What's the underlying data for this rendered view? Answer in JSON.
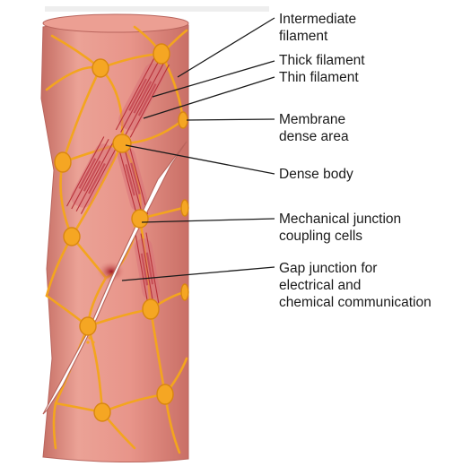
{
  "labels": {
    "intermediate_filament": [
      "Intermediate",
      "filament"
    ],
    "thick_filament": "Thick filament",
    "thin_filament": "Thin filament",
    "membrane_dense_area": [
      "Membrane",
      "dense area"
    ],
    "dense_body": "Dense body",
    "mechanical_junction": [
      "Mechanical junction",
      "coupling cells"
    ],
    "gap_junction": [
      "Gap junction for",
      "electrical and",
      "chemical communication"
    ]
  },
  "colors": {
    "cell_fill": "#e8958a",
    "cell_shade": "#c96f66",
    "dense_body": "#f5a623",
    "filament": "#b8323a",
    "cleft": "#ffffff"
  }
}
